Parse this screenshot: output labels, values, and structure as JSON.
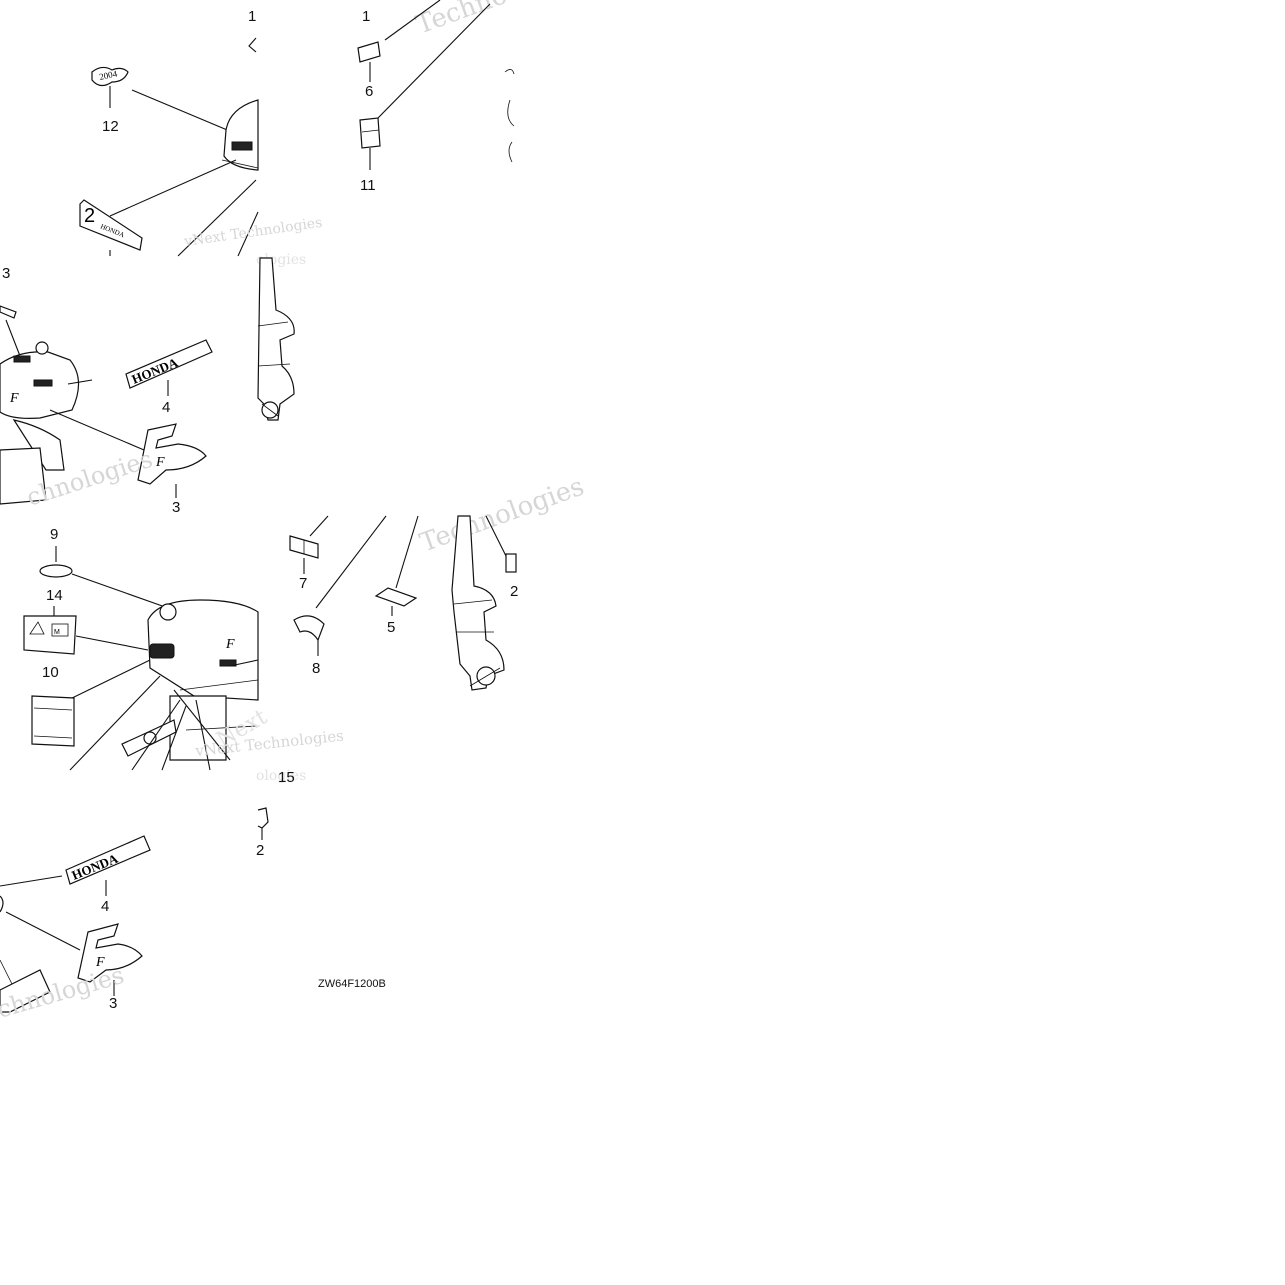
{
  "diagram": {
    "drawing_code": "ZW64F1200B",
    "watermark_lines": [
      "vNext Technologies",
      "Technologies",
      "Techno",
      "Tech",
      "Next",
      "chnologies",
      "ologies"
    ],
    "callouts": [
      "1",
      "1",
      "12",
      "6",
      "11",
      "3",
      "4",
      "3",
      "9",
      "14",
      "10",
      "7",
      "8",
      "5",
      "4",
      "3",
      "2",
      "15",
      "2"
    ],
    "emblem_texts": [
      "HONDA",
      "HONDA",
      "HONDA"
    ],
    "small_labels": [
      "2004"
    ]
  }
}
